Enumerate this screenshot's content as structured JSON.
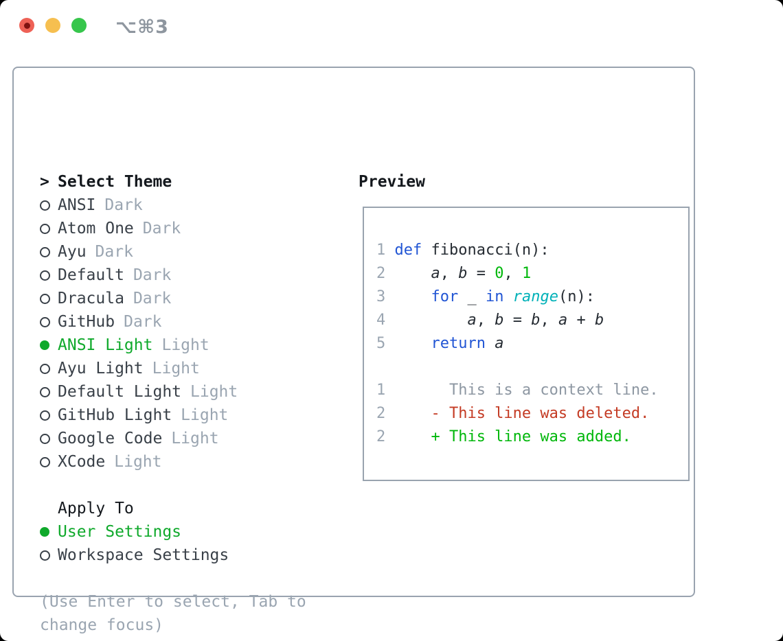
{
  "window": {
    "shortcut": "⌥⌘3"
  },
  "colors": {
    "accent_green": "#0fa92b",
    "code_green": "#00b70b",
    "keyword_blue": "#2155d4",
    "builtin_cyan": "#00b1b8",
    "deleted_red": "#c43b24",
    "context_gray": "#8d97a2",
    "muted_gray": "#9aa5b1",
    "text_dark": "#394048",
    "header_black": "#14181d",
    "border_gray": "#99a3af",
    "traffic_red": "#ee6156",
    "traffic_red_dot": "#7f1210",
    "traffic_yellow": "#f6bf50",
    "traffic_green": "#37c64c",
    "shortcut_gray": "#8e969f"
  },
  "theme_panel": {
    "title_marker": ">",
    "title": "Select Theme",
    "items": [
      {
        "name": "ANSI",
        "badge": "Dark",
        "selected": false
      },
      {
        "name": "Atom One",
        "badge": "Dark",
        "selected": false
      },
      {
        "name": "Ayu",
        "badge": "Dark",
        "selected": false
      },
      {
        "name": "Default",
        "badge": "Dark",
        "selected": false
      },
      {
        "name": "Dracula",
        "badge": "Dark",
        "selected": false
      },
      {
        "name": "GitHub",
        "badge": "Dark",
        "selected": false
      },
      {
        "name": "ANSI Light",
        "badge": "Light",
        "selected": true
      },
      {
        "name": "Ayu Light",
        "badge": "Light",
        "selected": false
      },
      {
        "name": "Default Light",
        "badge": "Light",
        "selected": false
      },
      {
        "name": "GitHub Light",
        "badge": "Light",
        "selected": false
      },
      {
        "name": "Google Code",
        "badge": "Light",
        "selected": false
      },
      {
        "name": "XCode",
        "badge": "Light",
        "selected": false
      }
    ],
    "apply_to": {
      "title": "Apply To",
      "options": [
        {
          "label": "User Settings",
          "selected": true
        },
        {
          "label": "Workspace Settings",
          "selected": false
        }
      ]
    },
    "hint": "(Use Enter to select, Tab to change focus)"
  },
  "preview": {
    "title": "Preview",
    "code_lines": [
      {
        "num": "1",
        "segments": [
          {
            "t": "def",
            "c": "kw"
          },
          {
            "t": " fibonacci(n):",
            "c": "fg"
          }
        ]
      },
      {
        "num": "2",
        "segments": [
          {
            "t": "    ",
            "c": "fg"
          },
          {
            "t": "a",
            "c": "var"
          },
          {
            "t": ", ",
            "c": "fg"
          },
          {
            "t": "b",
            "c": "var"
          },
          {
            "t": " = ",
            "c": "fg"
          },
          {
            "t": "0",
            "c": "num"
          },
          {
            "t": ", ",
            "c": "fg"
          },
          {
            "t": "1",
            "c": "num"
          }
        ]
      },
      {
        "num": "3",
        "segments": [
          {
            "t": "    ",
            "c": "fg"
          },
          {
            "t": "for",
            "c": "kw"
          },
          {
            "t": " _ ",
            "c": "fg"
          },
          {
            "t": "in",
            "c": "kw"
          },
          {
            "t": " ",
            "c": "fg"
          },
          {
            "t": "range",
            "c": "builtin"
          },
          {
            "t": "(n):",
            "c": "fg"
          }
        ]
      },
      {
        "num": "4",
        "segments": [
          {
            "t": "        ",
            "c": "fg"
          },
          {
            "t": "a",
            "c": "var"
          },
          {
            "t": ", ",
            "c": "fg"
          },
          {
            "t": "b",
            "c": "var"
          },
          {
            "t": " = ",
            "c": "fg"
          },
          {
            "t": "b",
            "c": "var"
          },
          {
            "t": ", ",
            "c": "fg"
          },
          {
            "t": "a",
            "c": "var"
          },
          {
            "t": " + ",
            "c": "fg"
          },
          {
            "t": "b",
            "c": "var"
          }
        ]
      },
      {
        "num": "5",
        "segments": [
          {
            "t": "    ",
            "c": "fg"
          },
          {
            "t": "return",
            "c": "kw"
          },
          {
            "t": " ",
            "c": "fg"
          },
          {
            "t": "a",
            "c": "var"
          }
        ]
      },
      {
        "num": "",
        "segments": []
      },
      {
        "num": "1",
        "segments": [
          {
            "t": "      This is a context line.",
            "c": "ctx"
          }
        ]
      },
      {
        "num": "2",
        "segments": [
          {
            "t": "    - This line was deleted.",
            "c": "del"
          }
        ]
      },
      {
        "num": "2",
        "segments": [
          {
            "t": "    + This line was added.",
            "c": "add"
          }
        ]
      }
    ]
  }
}
